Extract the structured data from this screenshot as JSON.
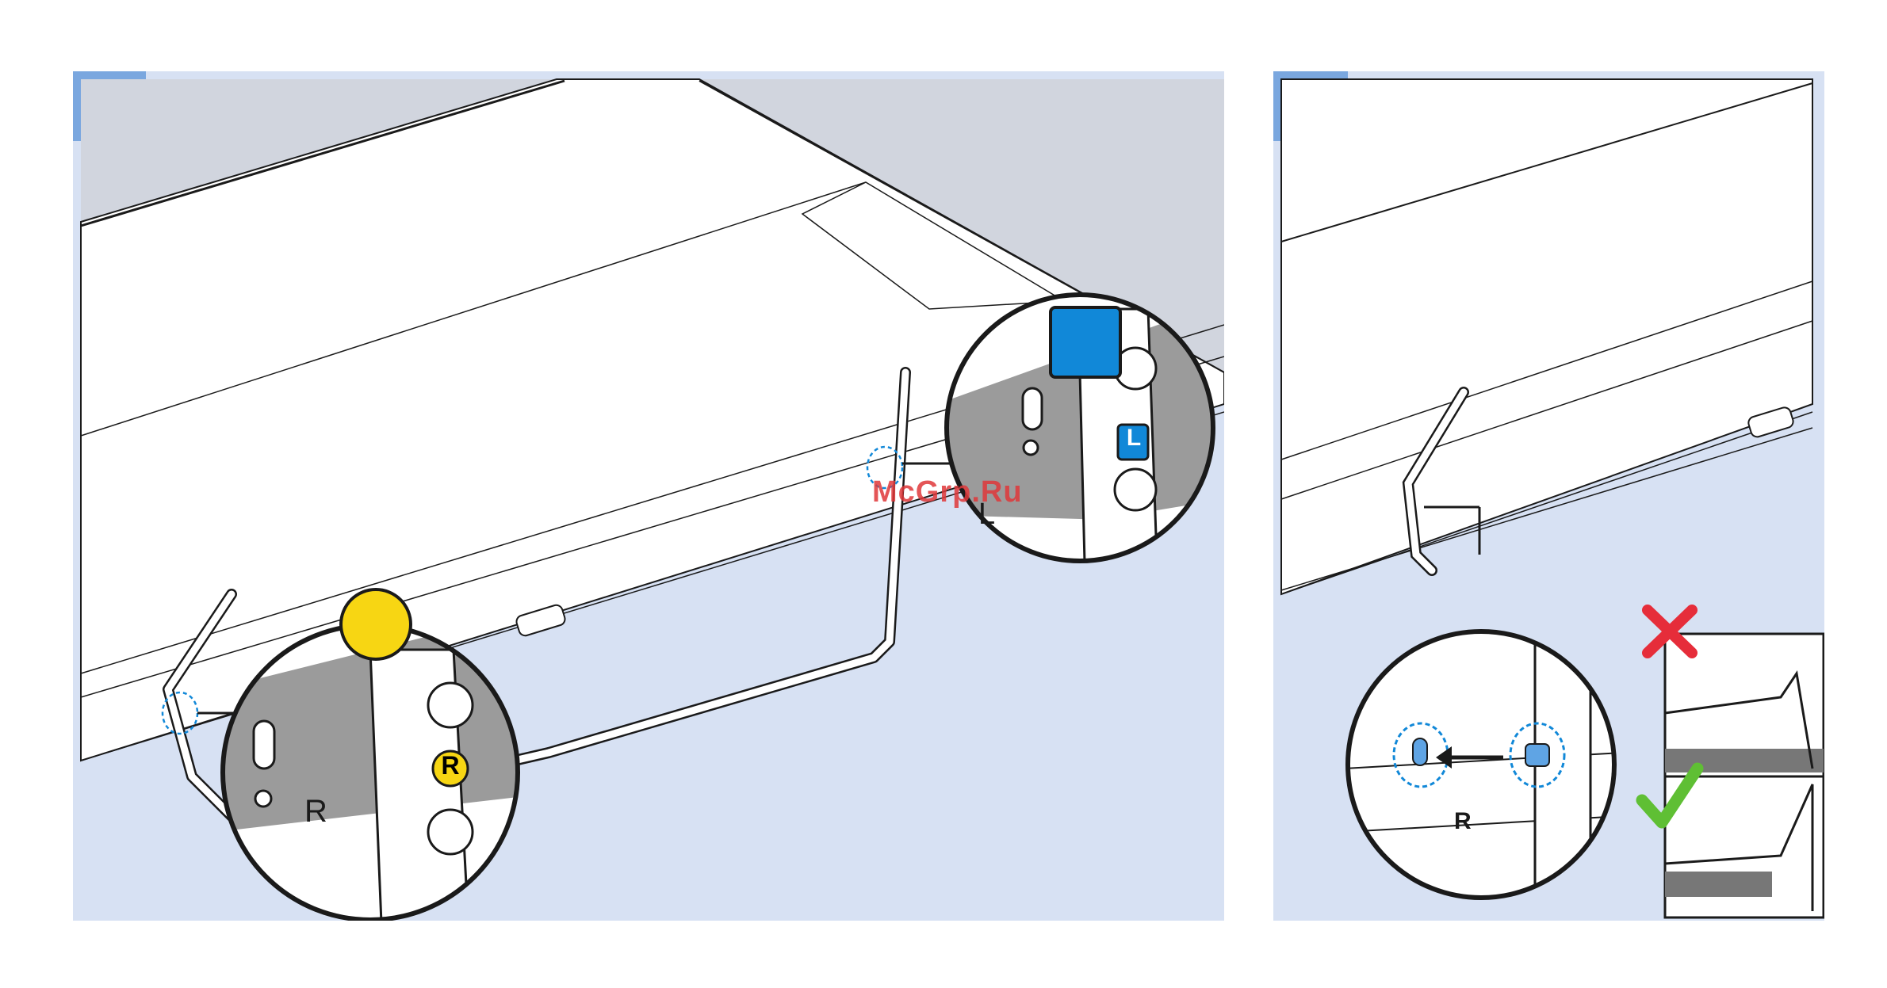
{
  "colors": {
    "panel_bg": "#d7e1f3",
    "step_square": "#7aa7df",
    "tv_gray": "#d1d5de",
    "zoom_gray": "#9b9b9b",
    "blue_marker": "#1188d8",
    "yellow_marker": "#f7d613",
    "wrong_red": "#e62d3a",
    "right_green": "#5fbf34",
    "watermark": "#e0383a"
  },
  "left_panel": {
    "zoom_left": {
      "label": "R",
      "badge_letter": "R",
      "marker": "yellow-circle"
    },
    "zoom_right": {
      "label": "L",
      "badge_letter": "L",
      "marker": "blue-square"
    }
  },
  "right_panel": {
    "zoom": {
      "label": "R"
    },
    "wrong_icon": "cross-icon",
    "correct_icon": "check-icon"
  },
  "watermark": "McGrp.Ru"
}
